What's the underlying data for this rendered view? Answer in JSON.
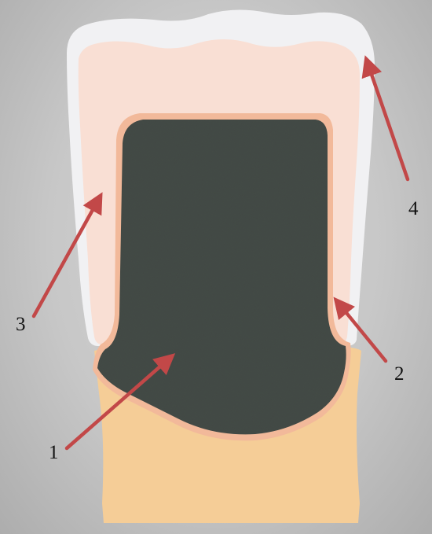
{
  "colors": {
    "background": "#c8c8c8",
    "enamel_outer": "#f1f1f3",
    "porcelain_layer": "#f9dfd4",
    "opaque_liner": "#f2b99a",
    "core": "#444b46",
    "root": "#f5cd97",
    "arrow": "#c24848"
  },
  "icons": [
    "arrow-icon"
  ],
  "callouts": [
    {
      "label": "1"
    },
    {
      "label": "2"
    },
    {
      "label": "3"
    },
    {
      "label": "4"
    }
  ]
}
